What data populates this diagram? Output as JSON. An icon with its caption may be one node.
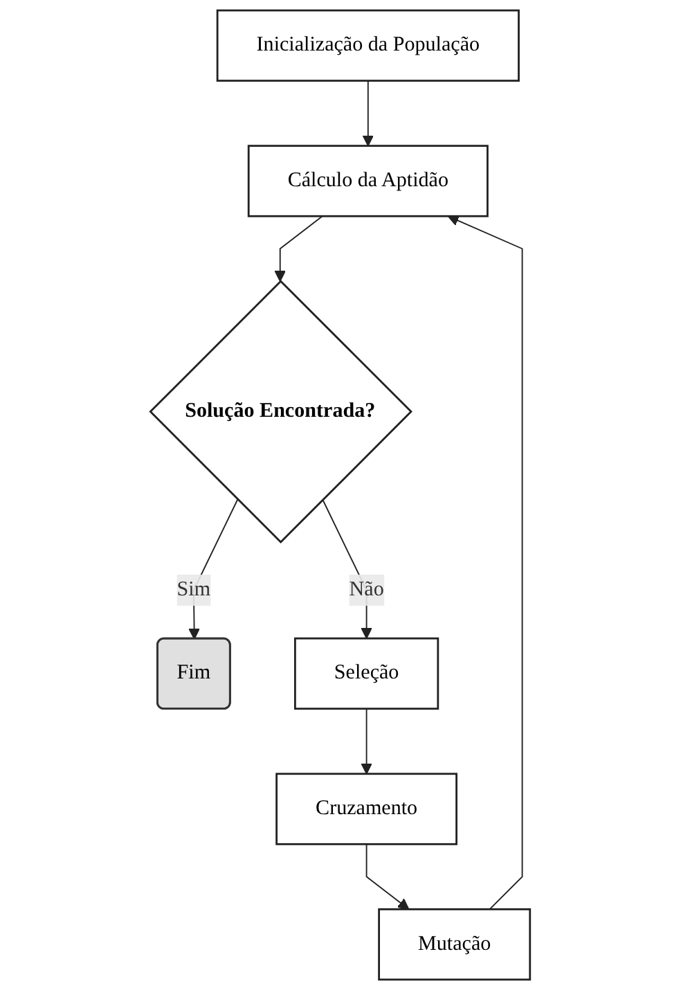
{
  "diagram": {
    "nodes": [
      {
        "text": [
          "Inicialização da População"
        ]
      },
      {
        "text": [
          "Cálculo da Aptidão"
        ]
      },
      {
        "text": [
          "Solução Encontrada?"
        ]
      },
      {
        "text": [
          "Fim"
        ]
      },
      {
        "text": [
          "Seleção"
        ]
      },
      {
        "text": [
          "Cruzamento"
        ]
      },
      {
        "text": [
          "Mutação"
        ]
      }
    ],
    "edges": [
      {
        "from": 0,
        "to": 1,
        "arrow": "to"
      },
      {
        "from": 1,
        "to": 2,
        "arrow": "to"
      },
      {
        "from": 2,
        "to": 3,
        "arrow": "to",
        "label": "Sim"
      },
      {
        "from": 2,
        "to": 4,
        "arrow": "to",
        "label": "Não"
      },
      {
        "from": 4,
        "to": 5,
        "arrow": "to"
      },
      {
        "from": 5,
        "to": 6,
        "arrow": "to"
      },
      {
        "from": 6,
        "to": 1,
        "arrow": "to"
      }
    ]
  }
}
